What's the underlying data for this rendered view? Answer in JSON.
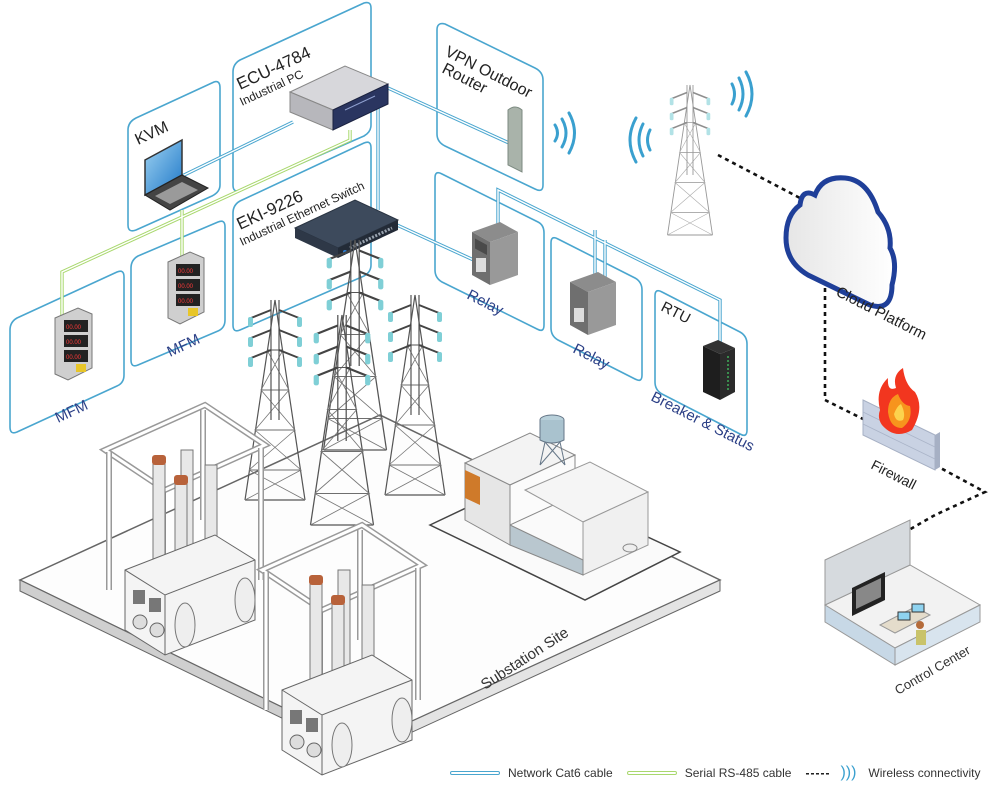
{
  "title": "Substation Monitoring Network Architecture",
  "colors": {
    "zone_border": "#4aa6cf",
    "cat6": "#4aa6cf",
    "rs485": "#a9d86e",
    "label_blue": "#2b3f86",
    "cloud": "#1f3f99",
    "wireless": "#3aa0cf",
    "flame": "#f2361f"
  },
  "zones": {
    "kvm": {
      "label": "KVM"
    },
    "ecu": {
      "model": "ECU-4784",
      "desc": "Industrial PC"
    },
    "eki": {
      "model": "EKI-9226",
      "desc": "Industrial Ethernet Switch"
    },
    "vpn": {
      "line1": "VPN Outdoor",
      "line2": "Router"
    },
    "mfm1": {
      "label": "MFM"
    },
    "mfm2": {
      "label": "MFM"
    },
    "relay1": {
      "label": "Relay"
    },
    "relay2": {
      "label": "Relay"
    },
    "rtu": {
      "label": "RTU",
      "caption": "Breaker & Status"
    }
  },
  "devices": {
    "mfm_display_values": [
      "00.00",
      "00.00",
      "00.00"
    ]
  },
  "right_side": {
    "cloud": "Cloud Platform",
    "firewall": "Firewall",
    "control_center": "Control Center"
  },
  "site": {
    "label": "Substation Site"
  },
  "legend": [
    {
      "icon": "cat6-cable-line",
      "label": "Network Cat6 cable"
    },
    {
      "icon": "rs485-cable-line",
      "label": "Serial RS-485 cable"
    },
    {
      "icon": "dotted-line",
      "label": "-----"
    },
    {
      "icon": "wireless-icon",
      "label": "Wireless connectivity"
    }
  ]
}
